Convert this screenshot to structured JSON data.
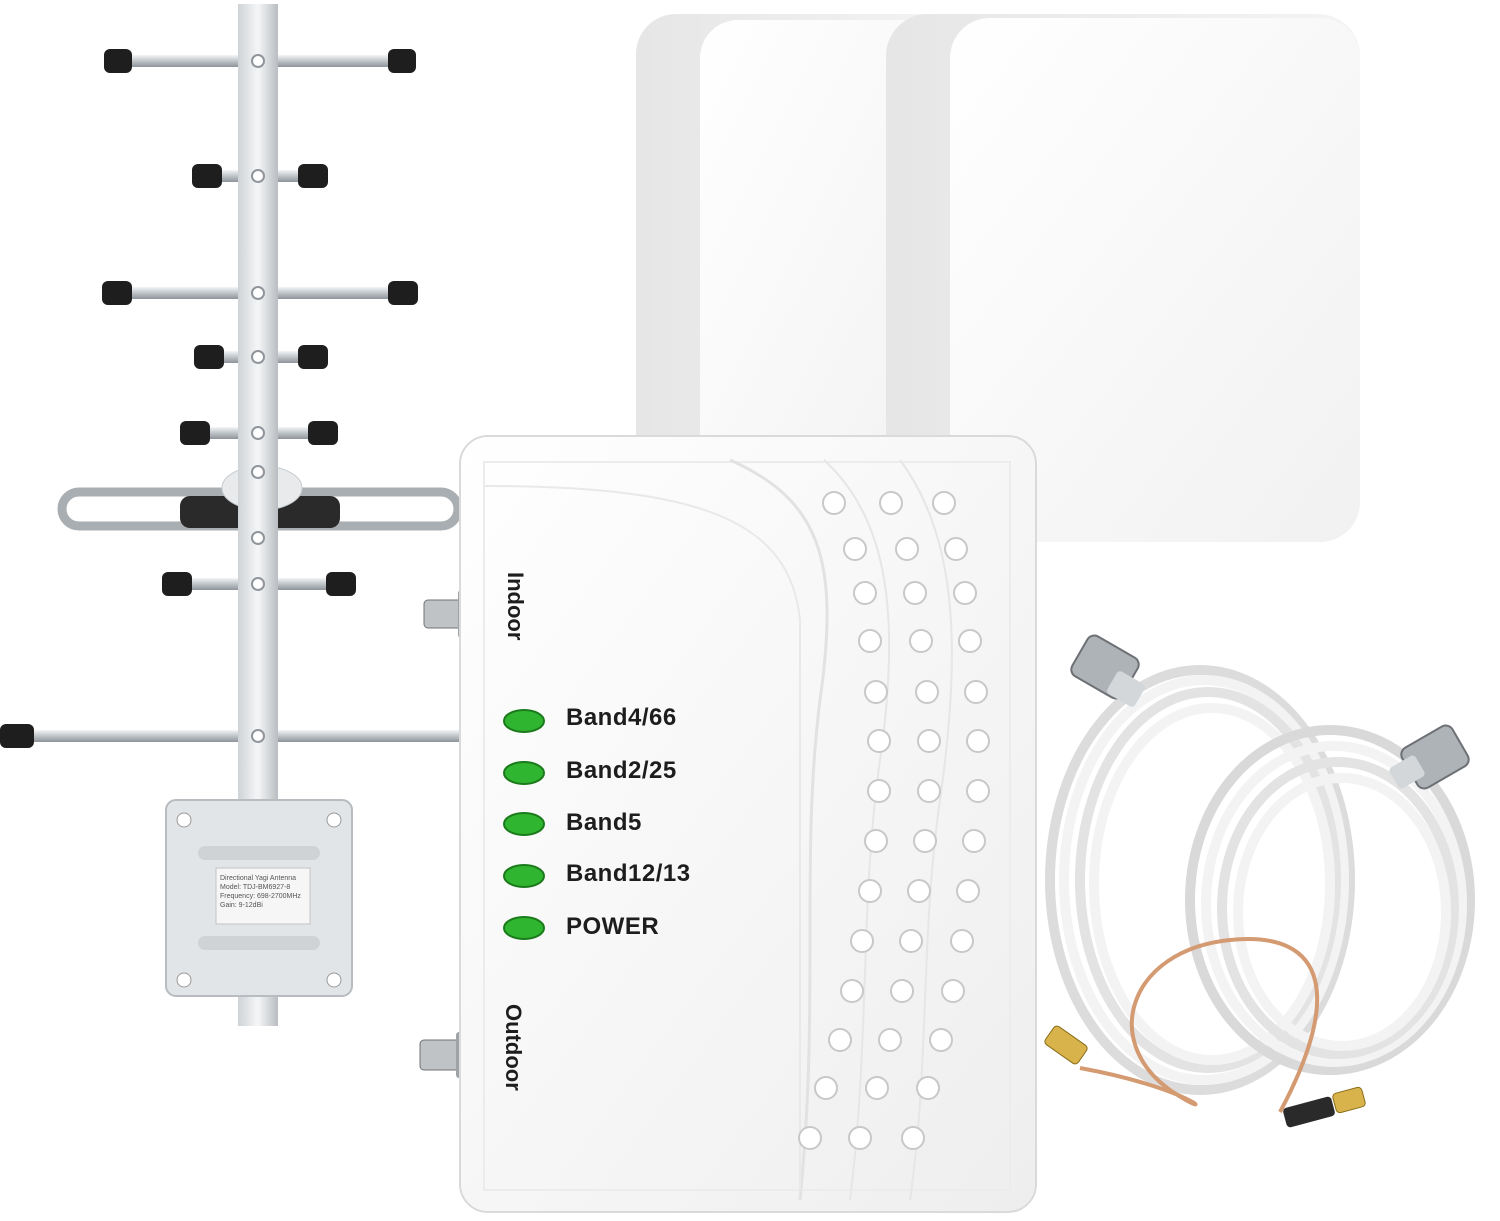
{
  "booster": {
    "port_indoor": "Indoor",
    "port_outdoor": "Outdoor",
    "indicators": [
      {
        "label": "Band4/66",
        "led_color": "#2fb52f"
      },
      {
        "label": "Band2/25",
        "led_color": "#2fb52f"
      },
      {
        "label": "Band5",
        "led_color": "#2fb52f"
      },
      {
        "label": "Band12/13",
        "led_color": "#2fb52f"
      },
      {
        "label": "POWER",
        "led_color": "#2fb52f"
      }
    ]
  },
  "yagi_sticker": {
    "line1": "Directional Yagi Antenna",
    "line2": "Model: TDJ-BM6927-8",
    "line3": "Frequency: 698-2700MHz",
    "line4": "Gain: 9-12dBi"
  },
  "colors": {
    "panel": "#f2f2f2",
    "metal": "#d9dde0",
    "cap": "#1e1e1e",
    "led": "#2fb52f",
    "pigtail": "#d49a72"
  }
}
